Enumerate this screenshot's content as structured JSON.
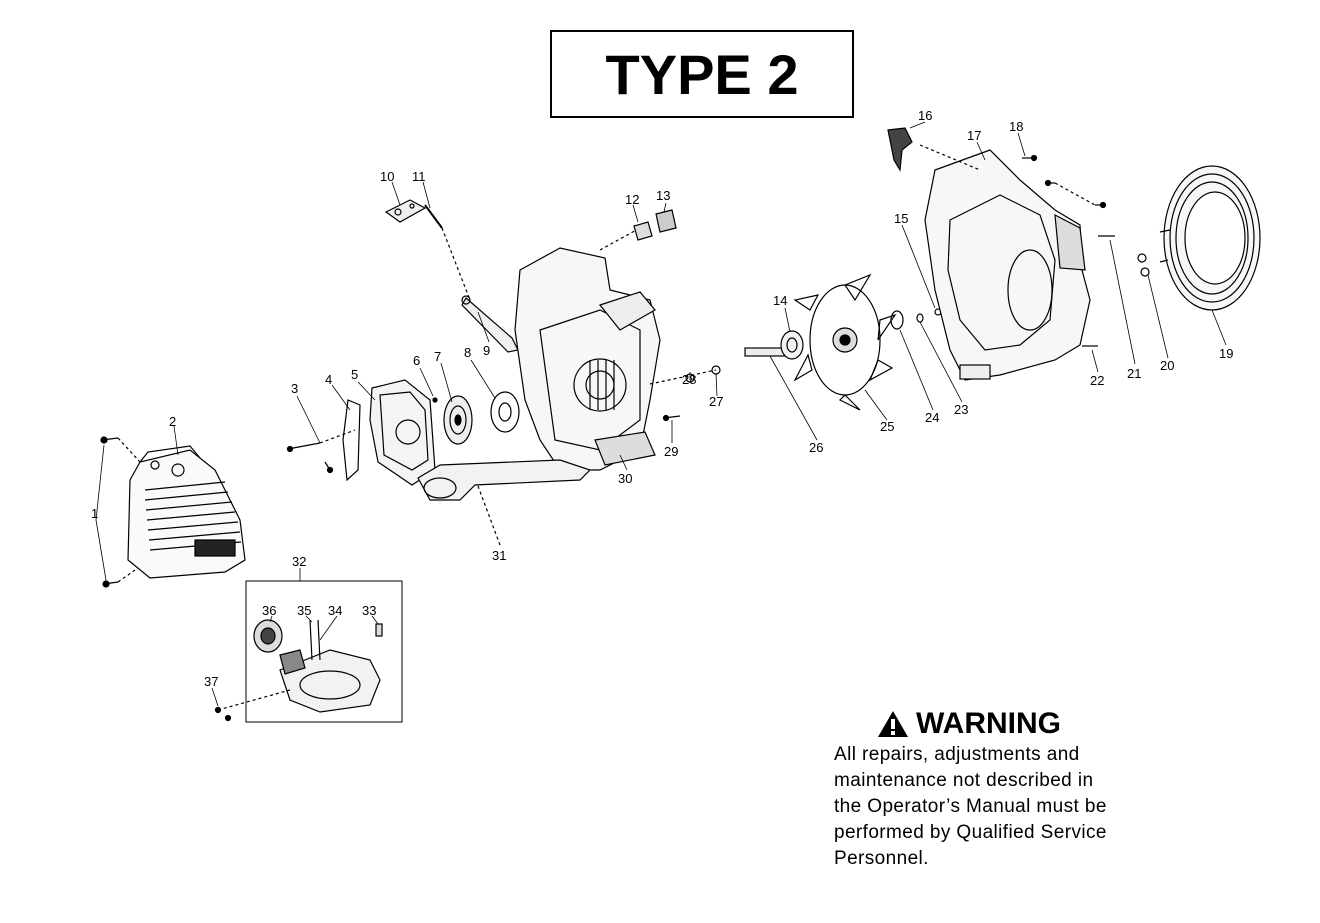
{
  "title": "TYPE 2",
  "warning": {
    "heading": "WARNING",
    "lines": [
      "All repairs, adjustments and",
      "maintenance not described in",
      "the Operator’s Manual must be",
      "performed by Qualified Service",
      "Personnel."
    ]
  },
  "callouts": [
    "1",
    "2",
    "3",
    "4",
    "5",
    "6",
    "7",
    "8",
    "9",
    "10",
    "11",
    "12",
    "13",
    "14",
    "15",
    "16",
    "17",
    "18",
    "19",
    "20",
    "21",
    "22",
    "23",
    "24",
    "25",
    "26",
    "27",
    "28",
    "29",
    "30",
    "31",
    "32",
    "33",
    "34",
    "35",
    "36",
    "37"
  ]
}
